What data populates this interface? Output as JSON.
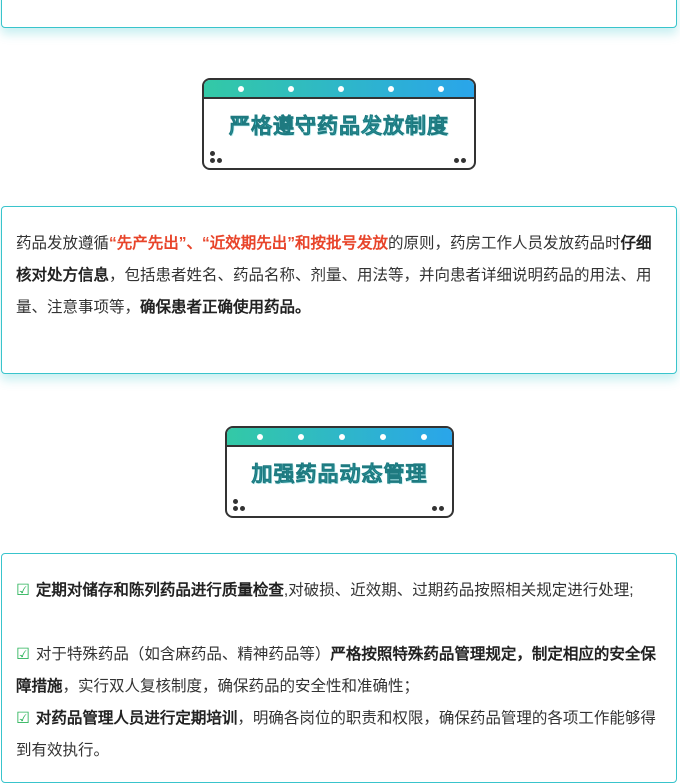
{
  "section1": {
    "title": "严格遵守药品发放制度",
    "p1_a": "药品发放遵循",
    "p1_red": "“先产先出”、“近效期先出”和按批号发放",
    "p1_b": "的原则，药房工作人员发放药品时",
    "p1_bold1": "仔细核对处方信息",
    "p1_c": "，包括患者姓名、药品名称、剂量、用法等，并向患者详细说明药品的用法、用量、注意事项等，",
    "p1_bold2": "确保患者正确使用药品。"
  },
  "section2": {
    "title": "加强药品动态管理",
    "check_icon": "☑",
    "item1_bold": "定期对储存和陈列药品进行质量检查",
    "item1_text": ",对破损、近效期、过期药品按照相关规定进行处理;",
    "item2_text": "对于特殊药品（如含麻药品、精神药品等）",
    "item2_bold": "严格按照特殊药品管理规定，制定相应的安全保障措施",
    "item2_tail": "，实行双人复核制度，确保药品的安全性和准确性；",
    "item3_bold": "对药品管理人员进行定期培训",
    "item3_text": "，明确各岗位的职责和权限，确保药品管理的各项工作能够得到有效执行。"
  },
  "colors": {
    "accent": "#39c4cc",
    "gradient_start": "#33c9a6",
    "gradient_end": "#2aa5ea",
    "highlight_red": "#e8442a",
    "check_green": "#2bb35a"
  }
}
